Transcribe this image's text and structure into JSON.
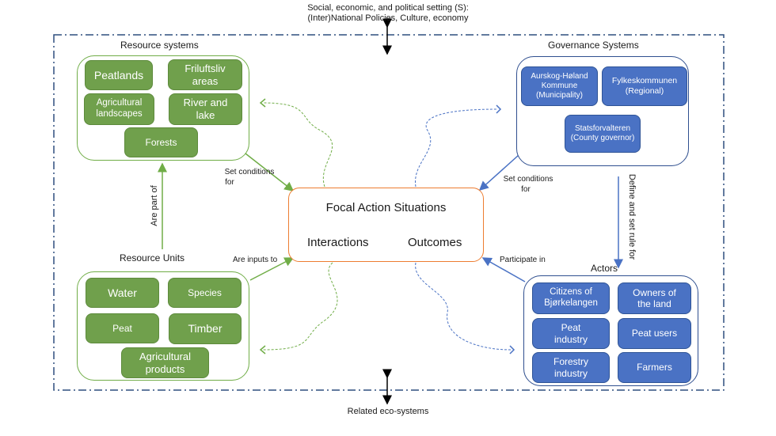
{
  "context": {
    "top_line1": "Social, economic, and political setting (S):",
    "top_line2": "(Inter)National Policies, Culture, economy",
    "bottom": "Related eco-systems"
  },
  "resource_systems": {
    "title": "Resource systems",
    "items": [
      "Peatlands",
      "Friluftsliv\nareas",
      "Agricultural\nlandscapes",
      "River and\nlake",
      "Forests"
    ]
  },
  "governance_systems": {
    "title": "Governance Systems",
    "items": [
      "Aurskog-Høland\nKommune\n(Municipality)",
      "Fylkeskommunen\n(Regional)",
      "Statsforvalteren\n(County governor)"
    ]
  },
  "resource_units": {
    "title": "Resource Units",
    "items": [
      "Water",
      "Species",
      "Peat",
      "Timber",
      "Agricultural\nproducts"
    ]
  },
  "actors": {
    "title": "Actors",
    "items": [
      "Citizens of\nBjørkelangen",
      "Owners of\nthe land",
      "Peat\nindustry",
      "Peat users",
      "Forestry\nindustry",
      "Farmers"
    ]
  },
  "focal": {
    "title": "Focal Action Situations",
    "interactions": "Interactions",
    "outcomes": "Outcomes"
  },
  "arrows": {
    "are_part_of": "Are part of",
    "set_conditions_left": [
      "Set conditions",
      "for"
    ],
    "set_conditions_right": [
      "Set conditions",
      "for"
    ],
    "are_inputs_to": "Are inputs to",
    "participate_in": "Participate in",
    "define_rules": "Define and set rule for"
  },
  "colors": {
    "green": "#70ad47",
    "green_chip": "#70a04c",
    "blue": "#2f4f8f",
    "blue_chip": "#4a72c4",
    "orange": "#ed7d31",
    "frame": "#2f4f7f"
  }
}
